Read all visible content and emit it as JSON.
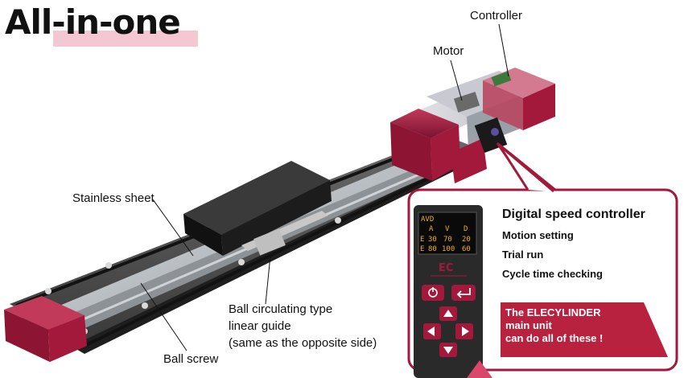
{
  "title": "All-in-one",
  "labels": {
    "controller": "Controller",
    "motor": "Motor",
    "stainless_sheet": "Stainless sheet",
    "ball_circulating_line1": "Ball circulating type",
    "ball_circulating_line2": "linear guide",
    "ball_circulating_line3": "(same as the opposite side)",
    "ball_screw": "Ball screw"
  },
  "callout": {
    "title": "Digital speed controller",
    "items": [
      "Motion setting",
      "Trial run",
      "Cycle time checking"
    ],
    "banner_line1": "The ELECYLINDER",
    "banner_line2": "main unit",
    "banner_line3": "can do all of these !"
  },
  "controller_display": {
    "header": "AVD",
    "col_a": "A",
    "col_v": "V",
    "col_d": "D",
    "row1_label": "E",
    "row1": [
      "30",
      "70",
      "20"
    ],
    "row2_label": "E",
    "row2": [
      "80",
      "100",
      "60"
    ],
    "logo": "EC"
  },
  "colors": {
    "accent_crimson": "#a3193b",
    "title_highlight": "#f4c8d2",
    "body_dark": "#2a2a2a",
    "display_amber": "#f0b020"
  }
}
